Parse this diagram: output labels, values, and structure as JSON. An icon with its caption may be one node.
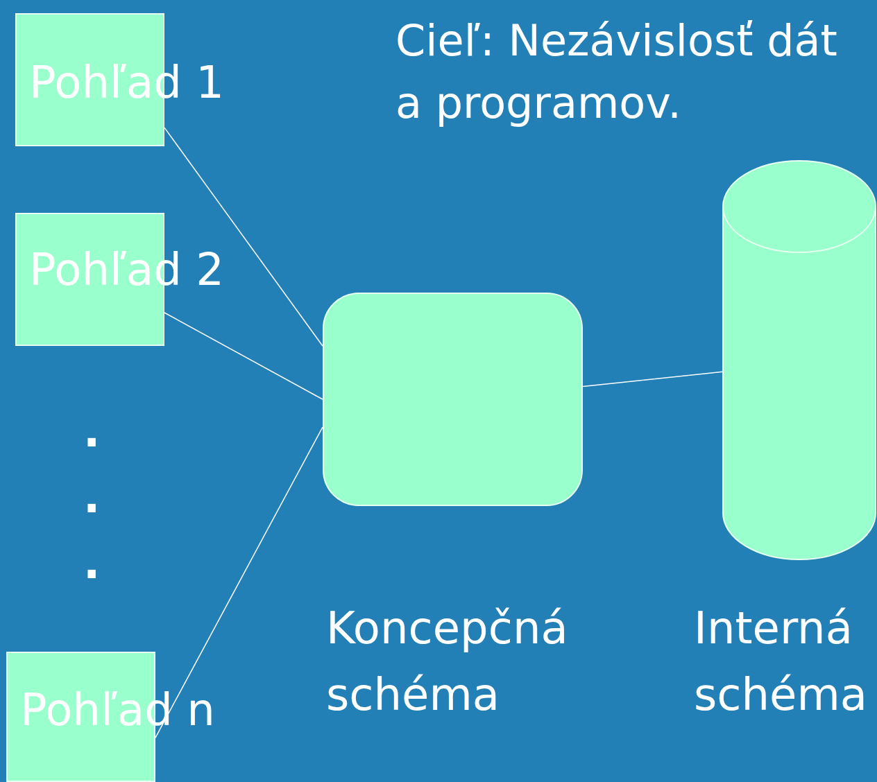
{
  "diagram": {
    "title": "Cieľ: Nezávislosť dát a programov.",
    "nodes": [
      {
        "text": [
          "Pohľad 1"
        ]
      },
      {
        "text": [
          "Pohľad 2"
        ]
      },
      {
        "text": [
          "Pohľad n"
        ]
      },
      {
        "text": [],
        "shape": "box",
        "beside": [
          "Koncepčná schéma"
        ]
      },
      {
        "text": [],
        "shape": "cylinder",
        "beside": [
          "Interná schéma"
        ]
      }
    ],
    "edges": [
      {
        "from": 0,
        "to": 3,
        "arrow": "none"
      },
      {
        "from": 1,
        "to": 3,
        "arrow": "none"
      },
      {
        "from": 2,
        "to": 3,
        "arrow": "none"
      },
      {
        "from": 3,
        "to": 4,
        "arrow": "none"
      }
    ],
    "labels": [
      ".",
      ".",
      "."
    ]
  }
}
